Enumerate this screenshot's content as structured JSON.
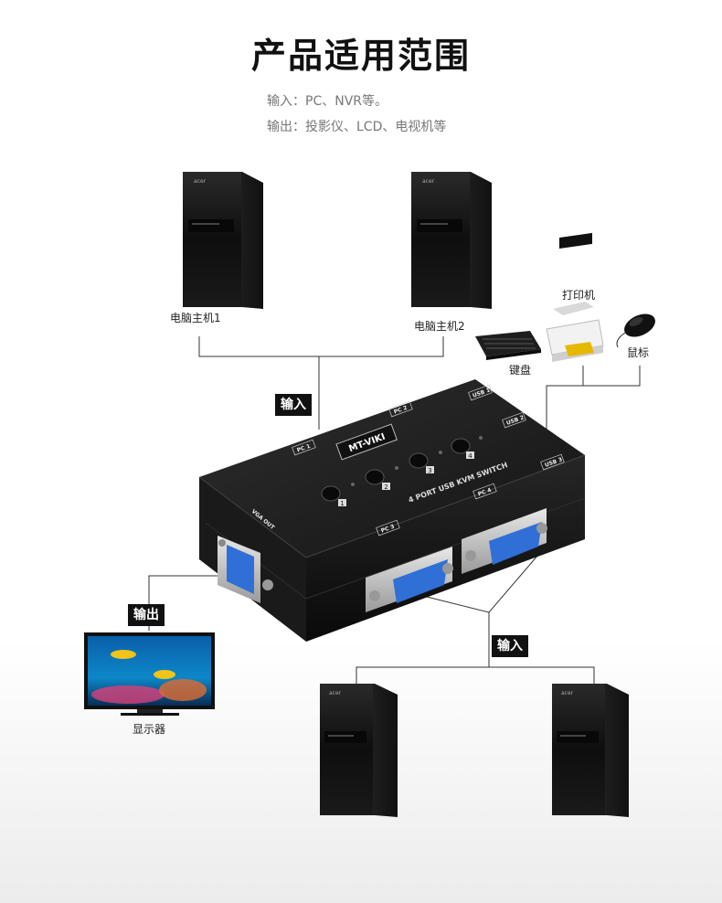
{
  "title": "产品适用范围",
  "input_desc": "输入：PC、NVR等。",
  "output_desc": "输出：投影仪、LCD、电视机等",
  "labels": {
    "pc1": "电脑主机1",
    "pc2": "电脑主机2",
    "printer": "打印机",
    "keyboard": "键盘",
    "mouse": "鼠标",
    "monitor": "显示器"
  },
  "tags": {
    "input_top": "输入",
    "output": "输出",
    "input_bottom": "输入"
  },
  "device": {
    "brand": "MT-VIKI",
    "model_text": "4 PORT USB KVM SWITCH",
    "vga_out": "VGA OUT",
    "ports": [
      "PC 1",
      "PC 2",
      "PC 3",
      "PC 4"
    ],
    "usb_ports": [
      "USB 1",
      "USB 2",
      "USB 3"
    ],
    "buttons": [
      "1",
      "2",
      "3",
      "4"
    ],
    "tower_logo": "acer"
  },
  "colors": {
    "device_body": "#1c1c1c",
    "vga_blue": "#2f6fd6",
    "line": "#333333"
  }
}
